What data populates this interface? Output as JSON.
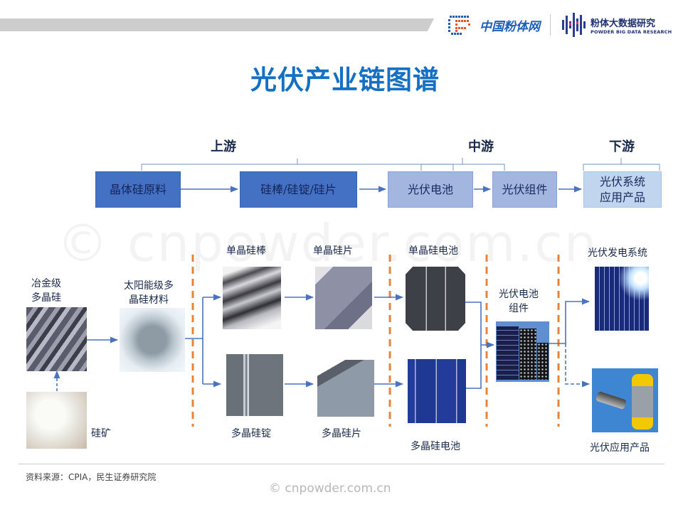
{
  "header": {
    "logo1_text": "中国粉体网",
    "logo2_title": "粉体大数据研究",
    "logo2_subtitle": "POWDER BIG DATA RESEARCH"
  },
  "title": "光伏产业链图谱",
  "stages": {
    "upstream": "上游",
    "midstream": "中游",
    "downstream": "下游"
  },
  "flow_boxes": [
    {
      "label": "晶体硅原料"
    },
    {
      "label": "硅棒/硅锭/硅片"
    },
    {
      "label": "光伏电池"
    },
    {
      "label": "光伏组件"
    },
    {
      "label_line1": "光伏系统",
      "label_line2": "应用产品"
    }
  ],
  "detail": {
    "metallurgical_si_line1": "冶金级",
    "metallurgical_si_line2": "多晶硅",
    "silicon_ore": "硅矿",
    "solar_grade_line1": "太阳能级多",
    "solar_grade_line2": "晶硅材料",
    "mono_rod": "单晶硅棒",
    "mono_wafer": "单晶硅片",
    "poly_ingot": "多晶硅锭",
    "poly_wafer": "多晶硅片",
    "mono_cell": "单晶硅电池",
    "poly_cell": "多晶硅电池",
    "module_line1": "光伏电池",
    "module_line2": "组件",
    "pv_system": "光伏发电系统",
    "pv_products": "光伏应用产品"
  },
  "colors": {
    "title": "#1570c3",
    "dark_box": "#4471c4",
    "mid_box": "#a3b6e0",
    "light_box": "#c2d5ee",
    "arrow": "#4a72c0",
    "divider": "#e8843a"
  },
  "watermark": "© cnpowder.com.cn",
  "source": "资料来源：CPIA，民生证券研究院"
}
